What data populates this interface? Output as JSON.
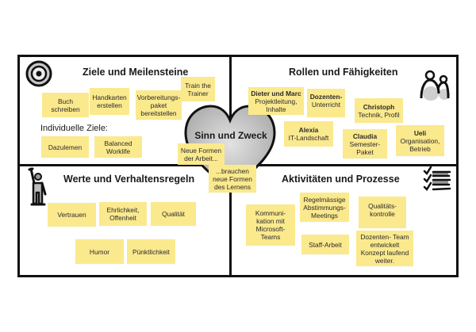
{
  "canvas": {
    "title": "Team Canvas",
    "center": {
      "title": "Sinn und Zweck"
    },
    "note_color": "#fbe98e",
    "quadrants": {
      "goals": {
        "title": "Ziele und Meilensteine",
        "icon": "target-icon",
        "notes": [
          {
            "text": "Buch\nschreiben"
          },
          {
            "text": "Handkarten\nerstellen"
          },
          {
            "text": "Vorbereitungs-\npaket\nbereitstellen"
          },
          {
            "text": "Train the\nTrainer"
          }
        ],
        "individual_label": "Individuelle Ziele:",
        "individual_notes": [
          {
            "text": "Dazulemen"
          },
          {
            "text": "Balanced\nWorklife"
          }
        ]
      },
      "roles": {
        "title": "Rollen und Fähigkeiten",
        "icon": "people-icon",
        "notes": [
          {
            "name": "Dieter und Marc",
            "role": "Projektleitung,\nInhalte"
          },
          {
            "name": "Dozenten-",
            "role": "Unterricht"
          },
          {
            "name": "Christoph",
            "role": "Technik, Profil"
          },
          {
            "name": "Alexia",
            "role": "IT-Landschaft"
          },
          {
            "name": "Claudia",
            "role": "Semester-\nPaket"
          },
          {
            "name": "Ueli",
            "role": "Organisation,\nBetrieb"
          }
        ]
      },
      "values": {
        "title": "Werte und Verhaltensregeln",
        "icon": "statue-icon",
        "notes": [
          {
            "text": "Vertrauen"
          },
          {
            "text": "Ehrlichkeit,\nOffenheit"
          },
          {
            "text": "Qualität"
          },
          {
            "text": "Humor"
          },
          {
            "text": "Pünktlichkeit"
          }
        ]
      },
      "activities": {
        "title": "Aktivitäten und Prozesse",
        "icon": "checklist-icon",
        "notes": [
          {
            "text": "Kommuni-\nkation mit\nMicrosoft-\nTeams"
          },
          {
            "text": "Regelmässige\nAbstimmungs-\nMeetings"
          },
          {
            "text": "Qualitäts-\nkontrolle"
          },
          {
            "text": "Staff-Arbeit"
          },
          {
            "text": "Dozenten- Team\nentwickelt\nKonzept laufend\nweiter."
          }
        ]
      }
    },
    "center_notes": [
      {
        "text": "Neue Formen\nder Arbeit..."
      },
      {
        "text": "...brauchen\nneue Formen\ndes Lernens"
      }
    ]
  }
}
